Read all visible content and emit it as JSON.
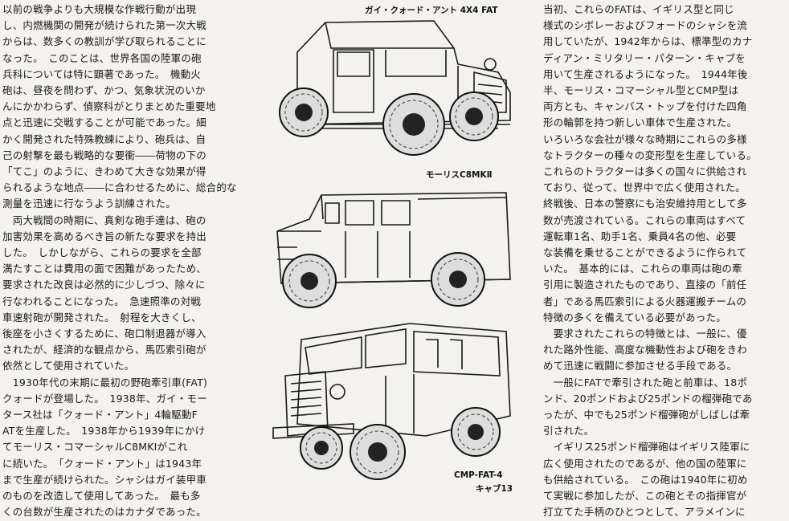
{
  "left_column": {
    "lines": [
      "以前の戦争よりも大規模な作戦行動が出現",
      "し、内燃機関の開発が続けられた第一次大戦",
      "からは、数多くの教訓が学び取られることに",
      "なった。　このことは、世界各国の陸軍の砲",
      "兵科については特に顕著であった。　機動火",
      "砲は、昼夜を問わず、かつ、気象状況のいか",
      "んにかかわらず、偵察科がとりまとめた重要地",
      "点と迅速に交戦することが可能であった。細",
      "かく開発された特殊教練により、砲兵は、自",
      "己の射撃を最も戦略的な要衝――荷物の下の",
      "「てこ」のように、きわめて大きな効果が得",
      "られるような地点――に合わせるために、総合的な",
      "測量を迅速に行なうよう訓練された。",
      "　両大戦間の時期に、真剣な砲手達は、砲の",
      "加害効果を高めるべき旨の新たな要求を持出",
      "した。　しかしながら、これらの要求を全部",
      "満たすことは費用の面で困難があったため、",
      "要求された改良は必然的に少しづつ、除々に",
      "行なわれることになった。　急速照準の対戦",
      "車速射砲が開発された。　射程を大きくし、",
      "後座を小さくするために、砲口制退器が導入",
      "されたが、経済的な観点から、馬匹索引砲が",
      "依然として使用されていた。",
      "　1930年代の末期に最初の野砲牽引車(FAT)",
      "クォードが登場した。　1938年、ガイ・モー",
      "タース社は「クォード・アント」4輪駆動F",
      "ATを生産した。　1938年から1939年にかけ",
      "てモーリス・コマーシャルC8MKⅠがこれ",
      "に続いた。　「クォード・アント」は1943年",
      "まで生産が続けられた。シャシはガイ装甲車",
      "のものを改造して使用してあった。　最も多",
      "くの台数が生産されたのはカナダであった。"
    ]
  },
  "right_column": {
    "lines": [
      "当初、これらのFATは、イギリス型と同じ",
      "様式のシボレーおよびフォードのシャシを流",
      "用していたが、1942年からは、標準型のカナ",
      "ディアン・ミリタリー・パターン・キャブを",
      "用いて生産されるようになった。　1944年後",
      "半、モーリス・コマーシャル型とCMP型は",
      "両方とも、キャンバス・トップを付けた四角",
      "形の輪郭を持つ新しい車体で生産された。",
      "いろいろな会社が様々な時期にこれらの多様",
      "なトラクターの種々の変形型を生産している。",
      "これらのトラクターは多くの国々に供給され",
      "ており、従って、世界中で広く使用された。",
      "終戦後、日本の警察にも治安維持用として多",
      "数が売渡されている。これらの車両はすべて",
      "運転車1名、助手1名、乗員4名の他、必要",
      "な装備を乗せることができるように作られて",
      "いた。　基本的には、これらの車両は砲の牽",
      "引用に製造されたものであり、直接の「前任",
      "者」である馬匹索引による火器運搬チームの",
      "特徴の多くを備えている必要があった。",
      "　要求されたこれらの特徴とは、一般に、優",
      "れた路外性能、高度な機動性および砲をきわ",
      "めて迅速に戦闘に参加させる手段である。",
      "　一般にFATで牽引された砲と前車は、18ポ",
      "ンド、20ポンドおよび25ポンドの榴弾砲であ",
      "ったが、中でも25ポンド榴弾砲がしばしば牽",
      "引された。",
      "　イギリス25ポンド榴弾砲はイギリス陸軍に",
      "広く使用されたのであるが、他の国の陸軍に",
      "も供給されている。　この砲は1940年に初め",
      "て実戦に参加したが、この砲とその指揮官が",
      "打立てた手柄のひとつとして、アラメインに"
    ]
  },
  "figures": {
    "fig1_caption": "ガイ・クォード・アント 4X4 FAT",
    "fig2_caption": "モーリスC8MKⅡ",
    "fig3_caption_line1": "CMP-FAT-4",
    "fig3_caption_line2": "キャブ13"
  }
}
